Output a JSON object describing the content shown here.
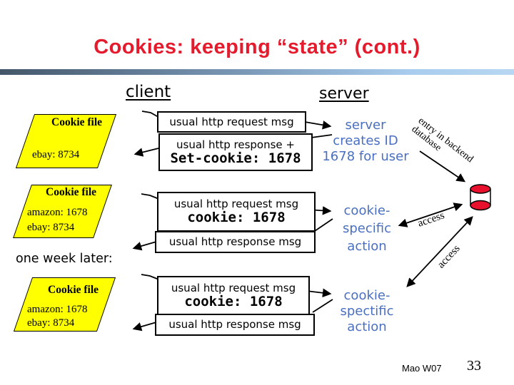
{
  "title": "Cookies: keeping “state” (cont.)",
  "columns": {
    "client": "client",
    "server": "server"
  },
  "cookie_files": [
    {
      "title": "Cookie file",
      "entries": [
        "ebay: 8734"
      ]
    },
    {
      "title": "Cookie file",
      "entries": [
        "amazon: 1678",
        "ebay: 8734"
      ]
    },
    {
      "title": "Cookie file",
      "entries": [
        "amazon: 1678",
        "ebay: 8734"
      ]
    }
  ],
  "one_week_later": "one week later:",
  "messages": {
    "req1": "usual http request msg",
    "resp1": "usual http response +",
    "resp1_code": "Set-cookie: 1678",
    "req2": "usual http request msg",
    "req2_code": "cookie: 1678",
    "resp2": "usual http response msg",
    "req3": "usual http request msg",
    "req3_code": "cookie: 1678",
    "resp3": "usual http response msg"
  },
  "server_notes": {
    "note1": {
      "l1": "server",
      "l2": "creates ID",
      "l3": "1678 for user"
    },
    "note2": {
      "l1": "cookie-",
      "l2": "specific",
      "l3": "action"
    },
    "note3": {
      "l1": "cookie-",
      "l2": "spectific",
      "l3": "action"
    }
  },
  "backend": {
    "label_line1": "entry in backend",
    "label_line2": "database",
    "icon": "database-cylinder-icon"
  },
  "access": {
    "label1": "access",
    "label2": "access"
  },
  "footer": {
    "author": "Mao W07",
    "page": "33"
  },
  "colors": {
    "title_red": "#e51a2c",
    "note_blue": "#4a6fc0",
    "cookie_yellow": "#ffff00",
    "database_red": "#e8112d",
    "bar_gradient_dark": "#44576a",
    "bar_gradient_light": "#a9cdee"
  }
}
